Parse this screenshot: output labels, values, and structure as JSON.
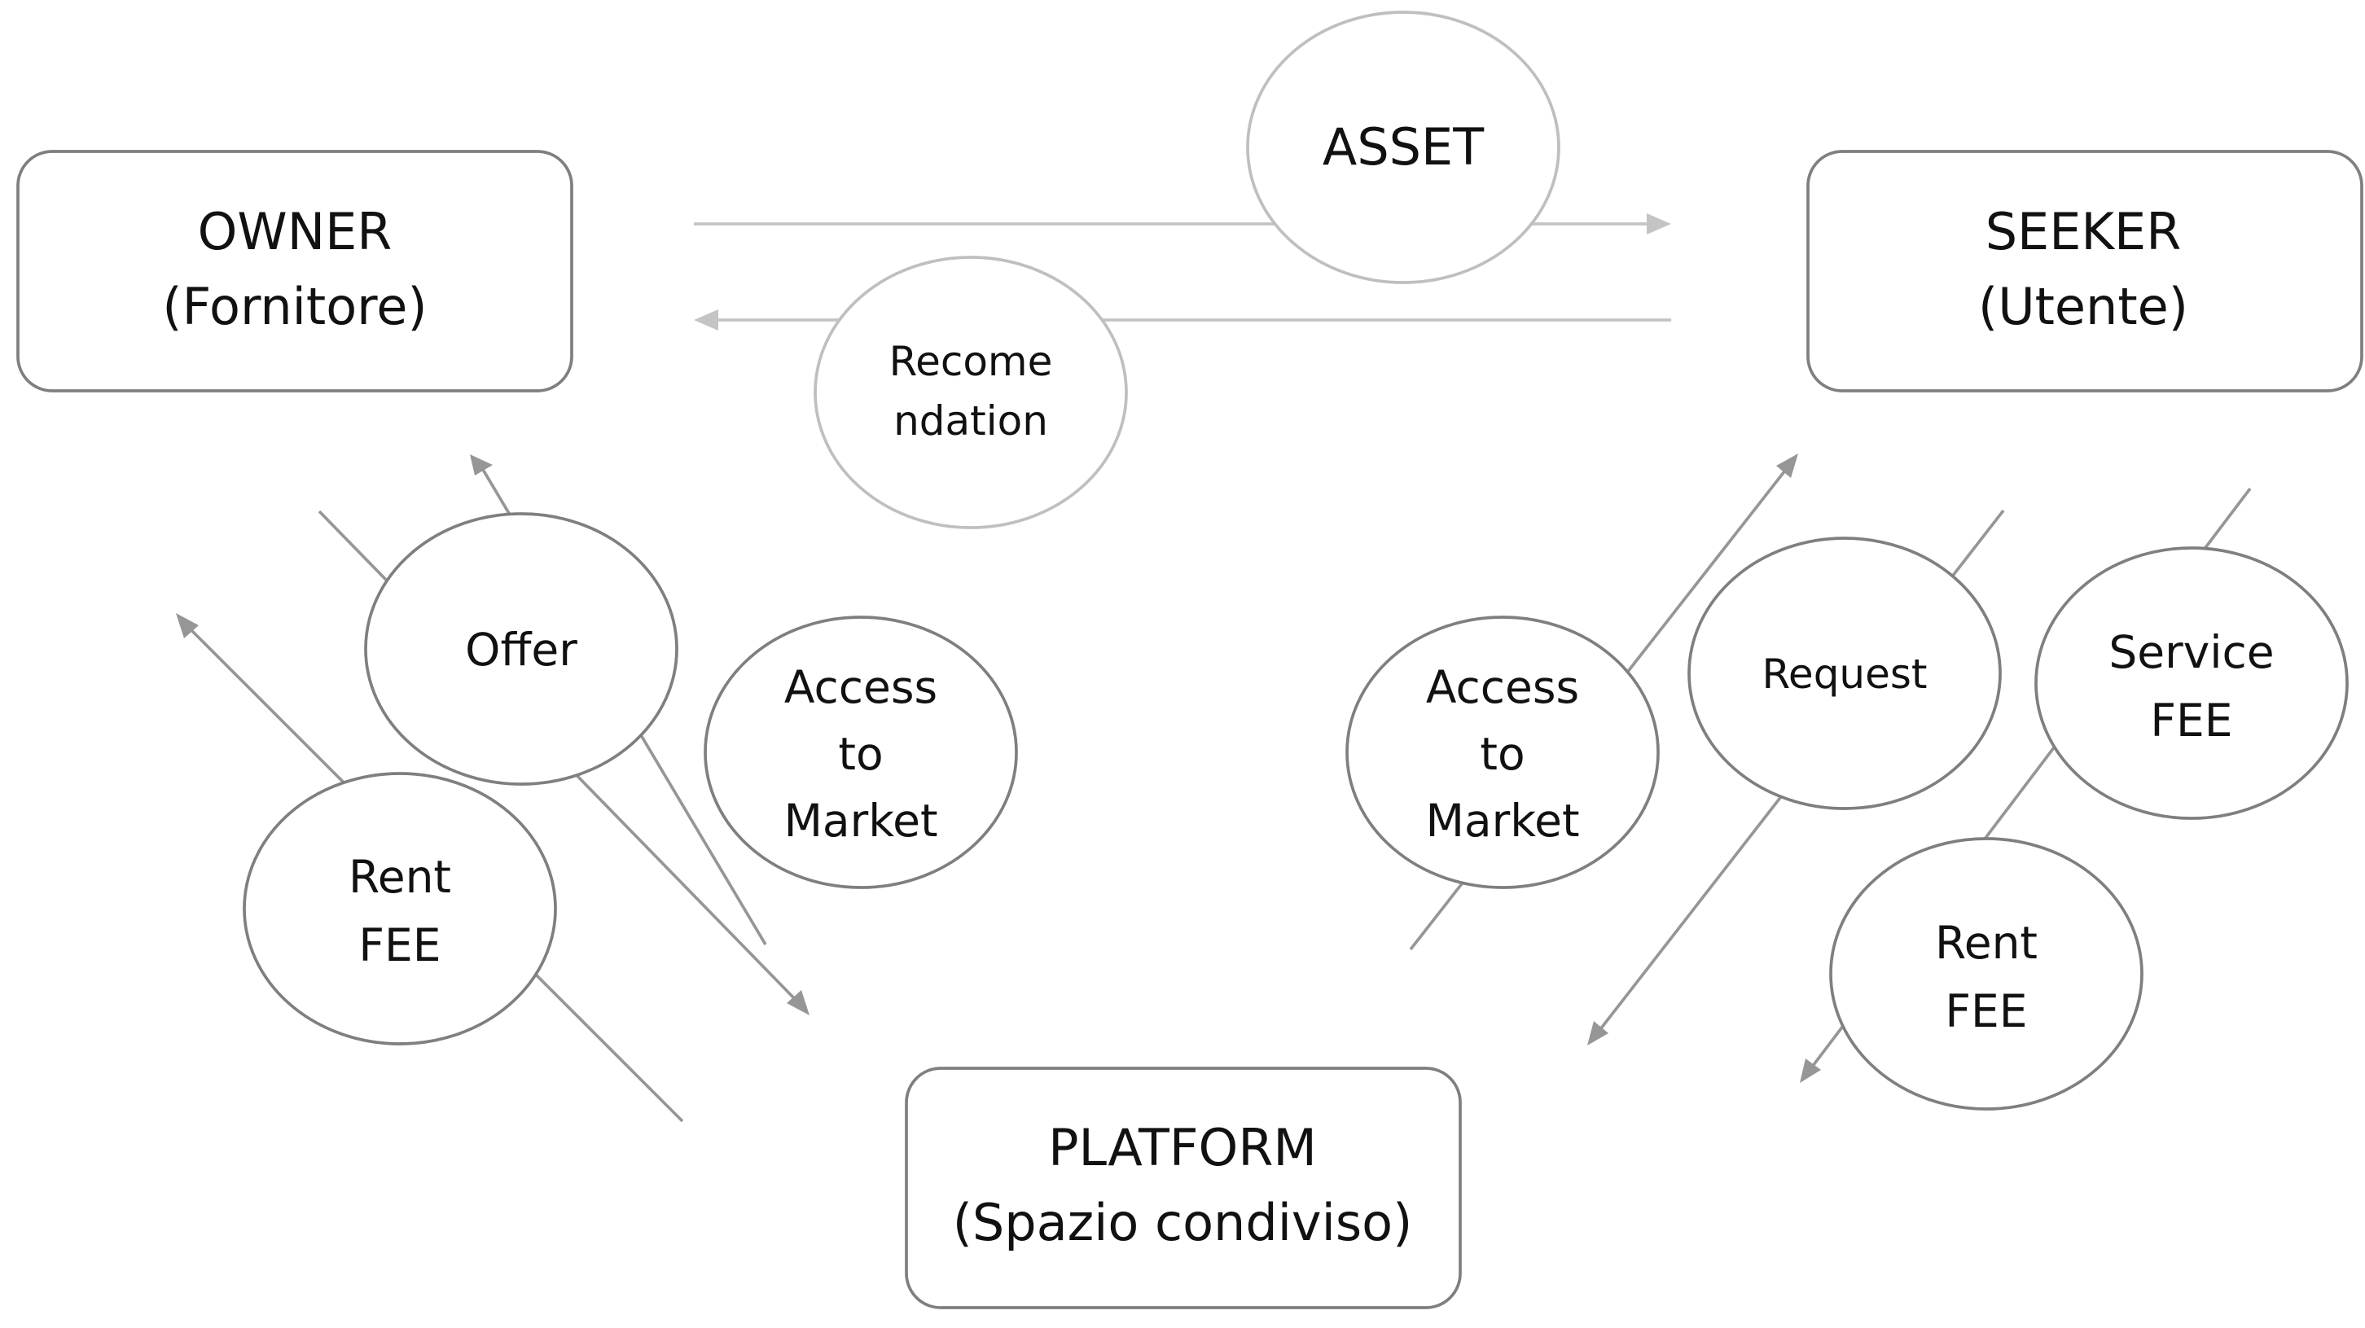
{
  "nodes": {
    "owner": {
      "line1": "OWNER",
      "line2": "(Fornitore)"
    },
    "seeker": {
      "line1": "SEEKER",
      "line2": "(Utente)"
    },
    "platform": {
      "line1": "PLATFORM",
      "line2": "(Spazio condiviso)"
    }
  },
  "flows": {
    "asset": {
      "line1": "ASSET"
    },
    "recommendation": {
      "line1": "Recome",
      "line2": "ndation"
    },
    "owner_offer": {
      "line1": "Offer"
    },
    "owner_access": {
      "line1": "Access",
      "line2": "to",
      "line3": "Market"
    },
    "owner_rent_fee": {
      "line1": "Rent",
      "line2": "FEE"
    },
    "seeker_access": {
      "line1": "Access",
      "line2": "to",
      "line3": "Market"
    },
    "seeker_request": {
      "line1": "Request"
    },
    "seeker_service_fee": {
      "line1": "Service",
      "line2": "FEE"
    },
    "seeker_rent_fee": {
      "line1": "Rent",
      "line2": "FEE"
    }
  }
}
